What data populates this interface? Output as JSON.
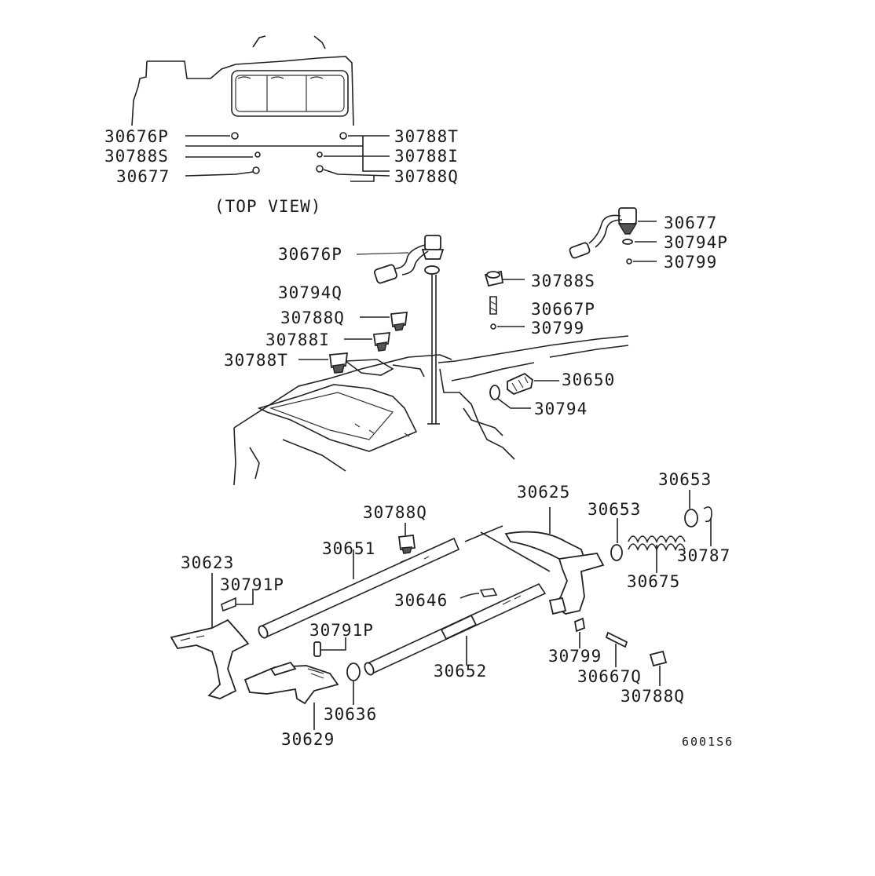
{
  "top_view": {
    "caption": "(TOP VIEW)",
    "labels": {
      "p30676P": "30676P",
      "p30788S": "30788S",
      "p30677": "30677",
      "p30788T": "30788T",
      "p30788I": "30788I",
      "p30788Q": "30788Q"
    }
  },
  "upper_assembly": {
    "labels": {
      "p30677": "30677",
      "p30794P": "30794P",
      "p30799a": "30799",
      "p30676P": "30676P",
      "p30794Q": "30794Q",
      "p30788S": "30788S",
      "p30667P": "30667P",
      "p30799b": "30799",
      "p30788Q": "30788Q",
      "p30788I": "30788I",
      "p30788T": "30788T",
      "p30650": "30650",
      "p30794": "30794"
    }
  },
  "lower_assembly": {
    "labels": {
      "p30653a": "30653",
      "p30625": "30625",
      "p30653b": "30653",
      "p30787": "30787",
      "p30675": "30675",
      "p30788Qa": "30788Q",
      "p30651": "30651",
      "p30623": "30623",
      "p30791Pa": "30791P",
      "p30646": "30646",
      "p30791Pb": "30791P",
      "p30652": "30652",
      "p30799": "30799",
      "p30667Q": "30667Q",
      "p30788Qb": "30788Q",
      "p30636": "30636",
      "p30629": "30629"
    }
  },
  "figure_code": "6001S6"
}
